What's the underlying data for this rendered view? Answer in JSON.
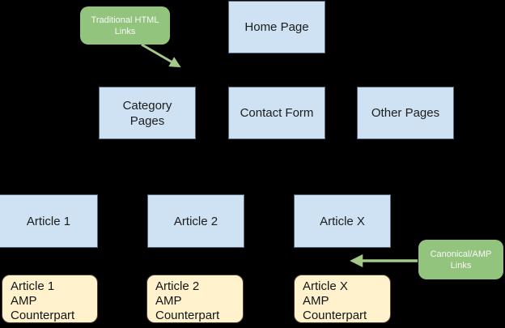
{
  "diagram": {
    "nodes": {
      "home": {
        "label": "Home Page"
      },
      "category": {
        "label": "Category Pages"
      },
      "contact": {
        "label": "Contact Form"
      },
      "other": {
        "label": "Other Pages"
      },
      "article1": {
        "label": "Article 1"
      },
      "article2": {
        "label": "Article 2"
      },
      "articleX": {
        "label": "Article X"
      },
      "amp1": {
        "label": "Article 1\nAMP\nCounterpart"
      },
      "amp2": {
        "label": "Article 2\nAMP\nCounterpart"
      },
      "ampX": {
        "label": "Article X\nAMP\nCounterpart"
      }
    },
    "callouts": {
      "traditional": {
        "label": "Traditional HTML\nLinks"
      },
      "canonical": {
        "label": "Canonical/AMP\nLinks"
      }
    },
    "colors": {
      "background": "#000000",
      "page_box_fill": "#cfe2f3",
      "amp_box_fill": "#fff2cc",
      "callout_fill": "#93c47d",
      "arrow": "#a3c98a",
      "page_text": "#1c1c1c",
      "callout_text": "#f8f8f8"
    }
  }
}
